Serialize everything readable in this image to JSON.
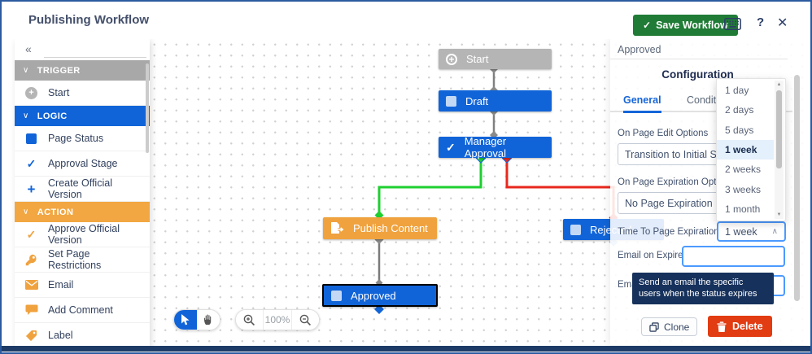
{
  "window": {
    "title": "Publishing Workflow"
  },
  "header": {
    "save_button": "Save Workflow",
    "help": "?",
    "close": "✕"
  },
  "icons": {
    "plus": "+",
    "check": "✓",
    "collapse": "«",
    "chevron_down": "∨",
    "chevron_up": "∧",
    "caret_up": "▲",
    "caret_down": "▼"
  },
  "sidebar": {
    "trigger_header": "TRIGGER",
    "logic_header": "LOGIC",
    "action_header": "ACTION",
    "items": {
      "start": "Start",
      "page_status": "Page Status",
      "approval_stage": "Approval Stage",
      "create_official_version": "Create Official Version",
      "approve_official_version": "Approve Official Version",
      "set_page_restrictions": "Set Page Restrictions",
      "email": "Email",
      "add_comment": "Add Comment",
      "label": "Label"
    }
  },
  "canvas": {
    "nodes": {
      "start": "Start",
      "draft": "Draft",
      "manager_approval": "Manager Approval",
      "publish_content": "Publish Content",
      "rejected": "Rejected",
      "approved": "Approved"
    },
    "toolbar": {
      "zoom_level": "100%"
    }
  },
  "panel": {
    "status_name": "Approved",
    "heading": "Configuration",
    "tab_general": "General",
    "tab_conditions": "Conditions",
    "on_page_edit_label": "On Page Edit Options",
    "on_page_edit_value": "Transition to Initial Status",
    "on_page_expiration_label": "On Page Expiration Options",
    "on_page_expiration_value": "No Page Expiration",
    "time_to_expiration_label": "Time To Page Expiration",
    "time_to_expiration_value": "1 week",
    "email_on_expire_label": "Email on Expire",
    "email_label": "Email",
    "tooltip": "Send an email the specific users when the status expires",
    "clone_button": "Clone",
    "delete_button": "Delete",
    "dropdown_options": [
      "1 day",
      "2 days",
      "5 days",
      "1 week",
      "2 weeks",
      "3 weeks",
      "1 month"
    ],
    "dropdown_selected": "1 week"
  },
  "colors": {
    "accent_blue": "#1164d8",
    "action_orange": "#f0a23e",
    "trigger_gray": "#a8a8a8",
    "save_green": "#1f7b35",
    "delete_red": "#e23c12",
    "edge_green": "#1fcf30",
    "edge_red": "#e8281e",
    "tooltip_navy": "#16315c"
  }
}
